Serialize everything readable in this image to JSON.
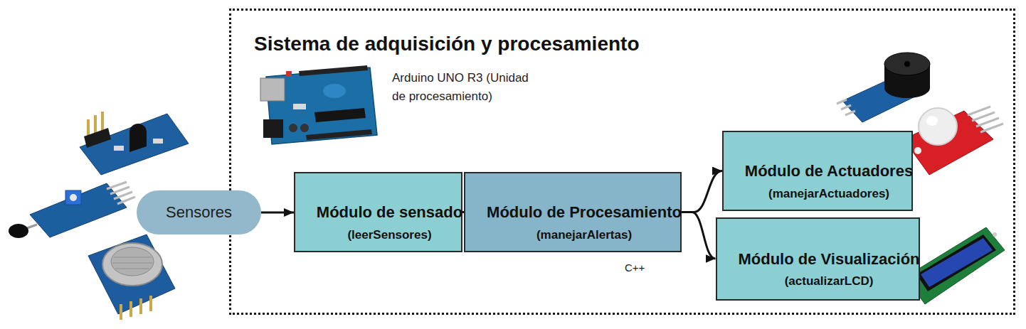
{
  "diagram": {
    "nodes": [
      {
        "text": [
          "Sensores"
        ]
      },
      {
        "text": [
          "Sistema de adquisición y procesamiento"
        ]
      },
      {
        "text": [
          "Módulo de sensado",
          "(leerSensores)"
        ],
        "in": 1
      },
      {
        "text": [
          "Módulo de Procesamiento",
          "(manejarAlertas)"
        ],
        "in": 1
      },
      {
        "text": [
          "Módulo de Actuadores",
          "(manejarActuadores)"
        ],
        "in": 1
      },
      {
        "text": [
          "Módulo de Visualización",
          "(actualizarLCD)"
        ],
        "in": 1
      }
    ],
    "edges": [
      {
        "from": 0,
        "to": 2,
        "arrow": "to"
      },
      {
        "from": 2,
        "to": 3,
        "arrow": "to"
      },
      {
        "from": 3,
        "to": 4,
        "arrow": "to"
      },
      {
        "from": 3,
        "to": 5,
        "arrow": "to"
      }
    ],
    "labels": [
      "Arduino UNO R3 (Unidad de procesamiento)",
      "C++"
    ]
  }
}
